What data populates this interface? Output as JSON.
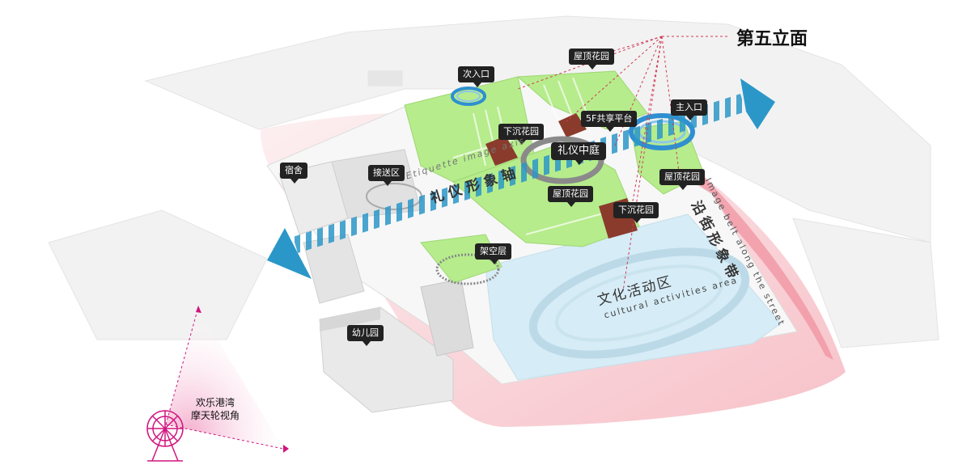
{
  "facade_title": "第五立面",
  "tags": {
    "secondary_entrance": "次入口",
    "roof_garden_top": "屋顶花园",
    "main_entrance": "主入口",
    "sunken_garden_left": "下沉花园",
    "shared_platform_5f": "5F共享平台",
    "ceremony_courtyard": "礼仪中庭",
    "dormitory": "宿舍",
    "dropoff_zone": "接送区",
    "roof_garden_right": "屋顶花园",
    "roof_garden_center": "屋顶花园",
    "sunken_garden_right": "下沉花园",
    "stilt_floor": "架空层",
    "kindergarten": "幼儿园"
  },
  "axis": {
    "cn": "礼仪形象轴",
    "en": "Etiquette image axis"
  },
  "street_belt": {
    "cn": "沿街形象带",
    "en": "Image belt along the street"
  },
  "culture_area": {
    "cn": "文化活动区",
    "en": "cultural activities area"
  },
  "ferris_view": {
    "line1": "欢乐港湾",
    "line2": "摩天轮视角"
  },
  "colors": {
    "axis_blue": "#2b97c8",
    "green_roof": "#b6ec8c",
    "street_pink": "#f2aab4",
    "ring_blue": "#2f8fd0",
    "ring_grey": "#8a8a8a",
    "sunken_brown": "#8a3b2c",
    "ferris_magenta": "#d0157e",
    "field_blue": "#d6ecf6"
  },
  "icons": [
    "ferris-wheel-icon",
    "arrow-left-icon",
    "arrow-right-icon",
    "entrance-ring-icon"
  ]
}
